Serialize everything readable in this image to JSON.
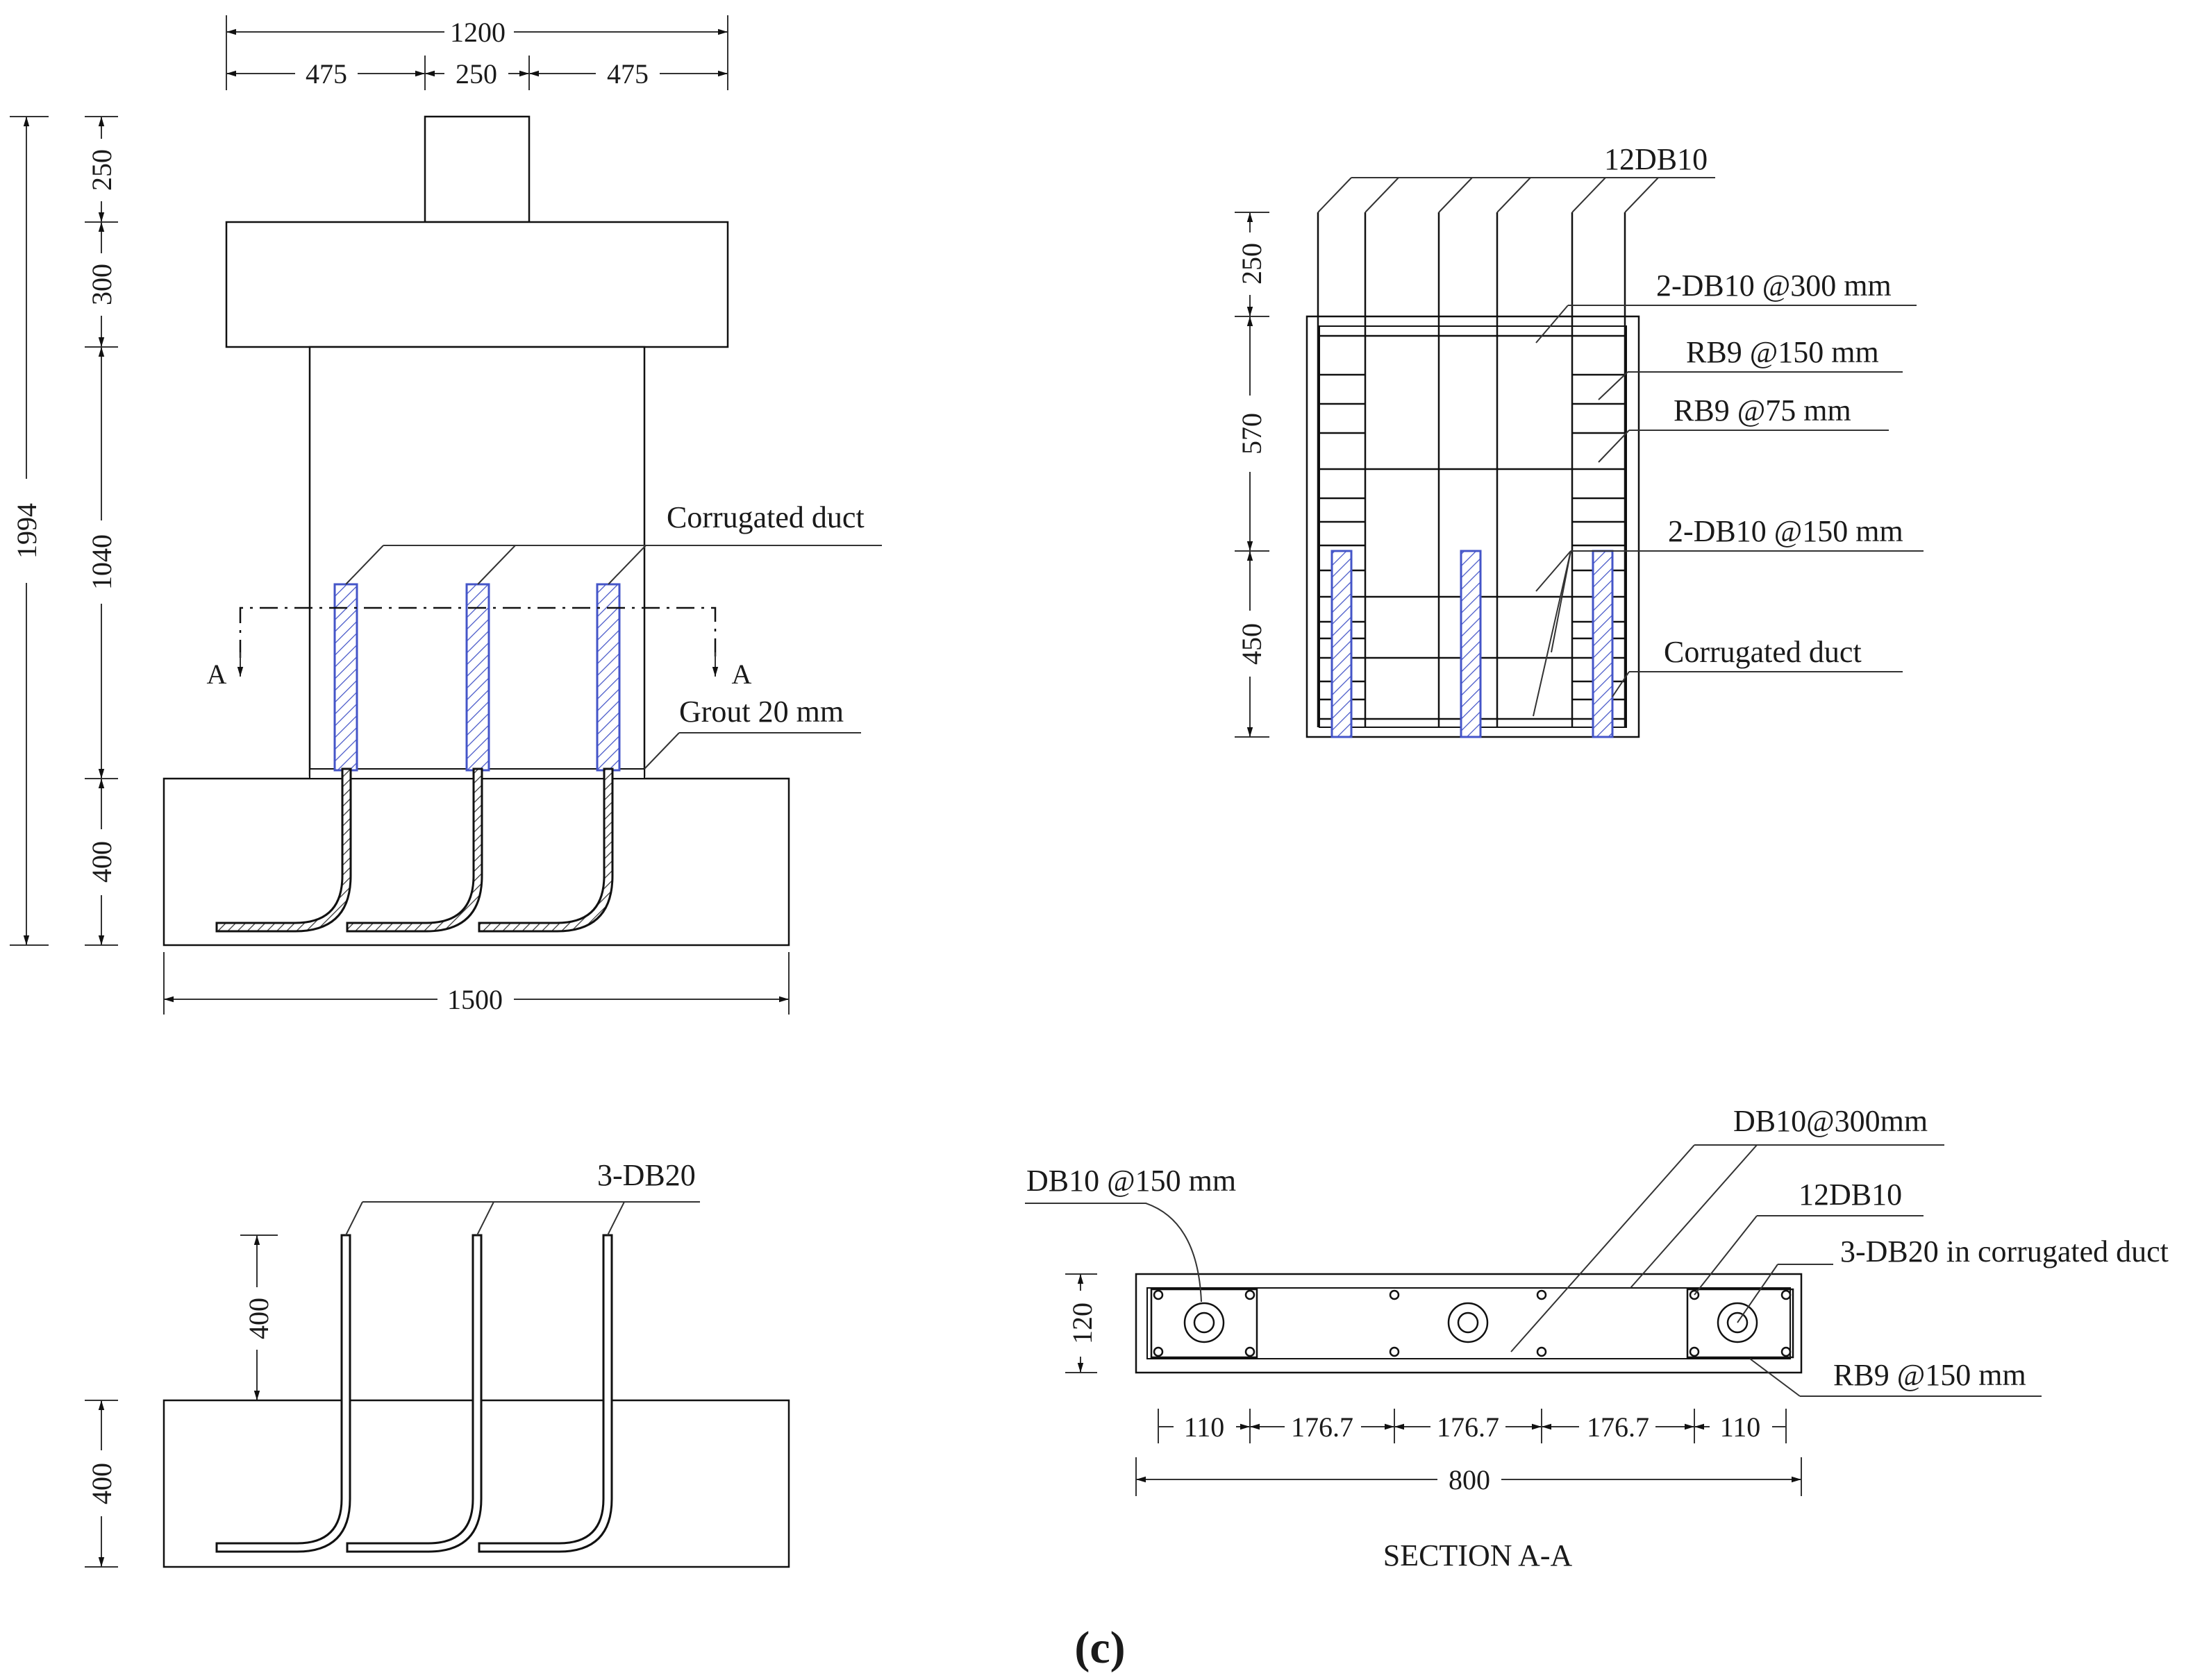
{
  "elevation": {
    "dims": {
      "top_total": "1200",
      "top_left": "475",
      "top_mid": "250",
      "top_right": "475",
      "overall_height": "1994",
      "h_stub": "250",
      "h_cap": "300",
      "h_column": "1040",
      "h_footing": "400",
      "base_width": "1500"
    },
    "labels": {
      "duct": "Corrugated duct",
      "grout": "Grout 20 mm",
      "section_left": "A",
      "section_right": "A"
    }
  },
  "reinforcement": {
    "dims": {
      "h1": "250",
      "h2": "570",
      "h3": "450"
    },
    "labels": {
      "long_bars": "12DB10",
      "ties_300": "2-DB10 @300 mm",
      "rb9_150": "RB9 @150 mm",
      "rb9_75": "RB9 @75 mm",
      "ties_150": "2-DB10 @150 mm",
      "duct": "Corrugated duct"
    }
  },
  "dowels": {
    "dims": {
      "embed_top": "400",
      "embed_bottom": "400"
    },
    "labels": {
      "bars": "3-DB20"
    }
  },
  "section": {
    "dims": {
      "depth": "120",
      "seg1": "110",
      "seg2": "176.7",
      "seg3": "176.7",
      "seg4": "176.7",
      "seg5": "110",
      "width": "800"
    },
    "labels": {
      "db10_300": "DB10@300mm",
      "db10_150": "DB10 @150 mm",
      "long_bars": "12DB10",
      "bars_in_duct": "3-DB20 in corrugated duct",
      "rb9_150": "RB9 @150 mm",
      "title": "SECTION A-A"
    }
  },
  "caption": "(c)"
}
